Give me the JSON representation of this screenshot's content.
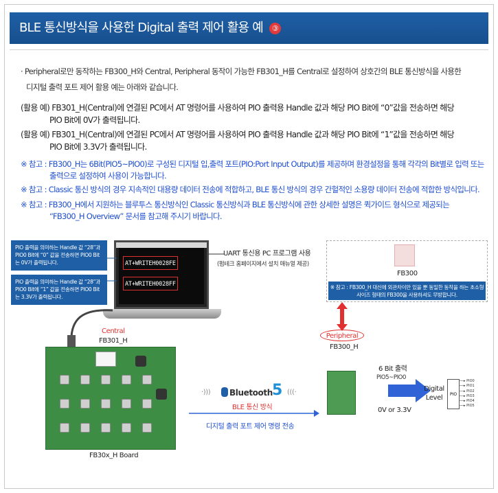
{
  "header": {
    "title": "BLE 통신방식을 사용한 Digital 출력 제어 활용 예",
    "number": "③"
  },
  "intro": {
    "line1": "· Peripheral로만 동작하는 FB300_H와 Central, Peripheral 동작이 가능한 FB301_H를 Central로 설정하여 상호간의 BLE 통신방식을 사용한",
    "line2": "디지털 출력 포트 제어 활용 예는 아래와 같습니다."
  },
  "examples": [
    {
      "line1": "(활용 예) FB301_H(Central)에 연결된 PC에서 AT 명령어를 사용하여 PIO 출력용 Handle 값과 해당 PIO Bit에 “0”값을 전송하면 해당",
      "line2": "PIO Bit에 0V가 출력됩니다."
    },
    {
      "line1": "(활용 예) FB301_H(Central)에 연결된 PC에서 AT 명령어를 사용하여 PIO 출력용 Handle 값과 해당 PIO Bit에 “1”값을 전송하면 해당",
      "line2": "PIO Bit에 3.3V가 출력됩니다."
    }
  ],
  "notes": [
    {
      "line1": "※ 참고 : FB300_H는 6Bit(PIO5~PIO0)로 구성된 디지털 입,출력 포트(PIO:Port Input Output)를 제공하며 환경설정을 통해 각각의 Bit별로 입력 또는",
      "line2": "출력으로 설정하여 사용이 가능합니다."
    },
    {
      "line1": "※ 참고 : Classic 통신 방식의 경우 지속적인 대용량 데이터 전송에 적합하고, BLE 통신 방식의 경우 간헐적인 소용량 데이터 전송에 적합한 방식입니다.",
      "line2": ""
    },
    {
      "line1": "※ 참고 : FB300_H에서 지원하는 블루투스 통신방식인 Classic 통신방식과 BLE 통신방식에 관한 상세한 설명은 퀵가이드 형식으로 제공되는",
      "line2": "“FB300_H Overview” 문서를 참고해 주시기 바랍니다."
    }
  ],
  "diagram": {
    "callout1": "PIO 출력을 의미하는 Handle 값 “28”과 PIO0 Bit에 “0” 값을 전송하면 PIO0 Bit는 0V가 출력됩니다.",
    "callout2": "PIO 출력을 의미하는 Handle 값 “28”과 PIO0 Bit에 “1” 값을 전송하면 PIO0 Bit는 3.3V가 출력됩니다.",
    "cmd1": "AT+WRITEH0028FE",
    "cmd2": "AT+WRITEH0028FF",
    "uart_title": "UART 통신용 PC 프로그램 사용",
    "uart_sub": "(펌테크 홈페이지에서 설치 매뉴얼 제공)",
    "fb300_label": "FB300",
    "fb300_note": "※ 참고 : FB300_H 대신에 외관차이만 있을 뿐 동일한 동작을 하는 초소형 사이즈 형태의 FB300을 사용하셔도 무방합니다.",
    "central_label": "Central",
    "fb301_label": "FB301_H",
    "peripheral_label": "Peripheral",
    "fb300h_label": "FB300_H",
    "bluetooth_text": "Bluetooth",
    "bluetooth_version": "5",
    "ble_label": "BLE 통신 방식",
    "transfer_label": "디지털 출력 포트 제어 명령 전송",
    "board_label": "FB30x_H Board",
    "bits_label": "6 Bit 출력",
    "pio_range": "PIO5~PIO0",
    "voltage": "0V or 3.3V",
    "digital_level": "Digital Level",
    "pio_box": "PIO",
    "pio_pins": [
      "PIO0",
      "PIO1",
      "PIO2",
      "PIO3",
      "PIO4",
      "PIO5"
    ]
  },
  "colors": {
    "header_bg": "#1f5fa6",
    "accent_red": "#e03030",
    "note_blue": "#1f4fd0"
  }
}
